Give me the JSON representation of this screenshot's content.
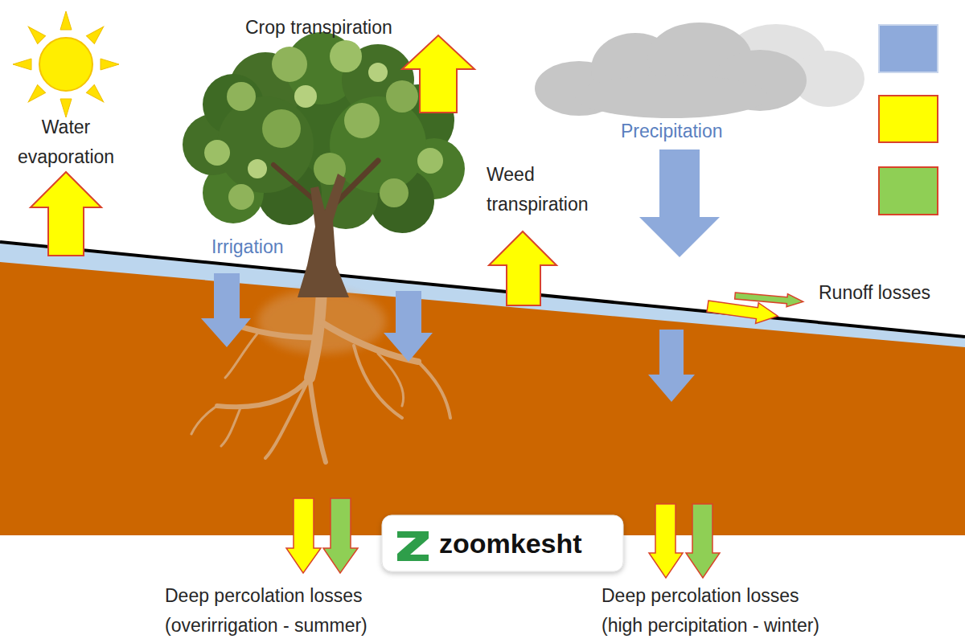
{
  "diagram": {
    "labels": [
      "Crop transpiration",
      "Water evaporation",
      "Precipitation",
      "Weed transpiration",
      "Irrigation",
      "Runoff losses",
      "Deep percolation losses (overirrigation - summer)",
      "Deep percolation losses (high percipitation - winter)",
      "zoomkesht"
    ]
  }
}
